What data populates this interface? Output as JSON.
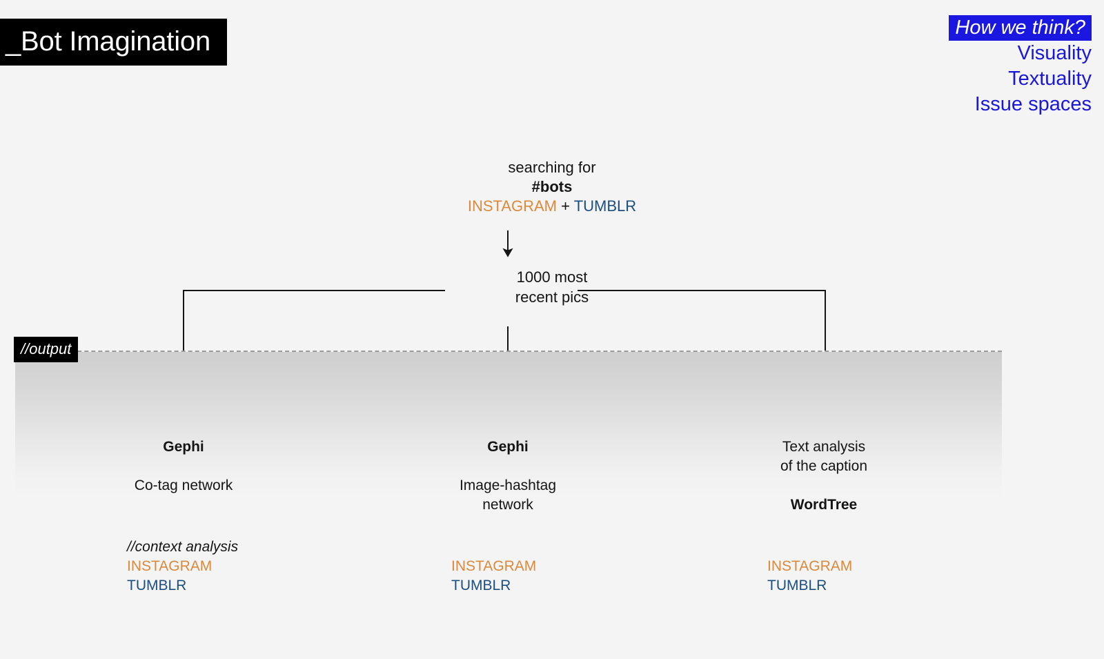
{
  "slide": {
    "title": "_Bot Imagination",
    "background_color": "#f4f4f4"
  },
  "nav": {
    "items": [
      {
        "label": "How we think?",
        "active": true
      },
      {
        "label": "Visuality",
        "active": false
      },
      {
        "label": "Textuality",
        "active": false
      },
      {
        "label": "Issue spaces",
        "active": false
      }
    ],
    "accent_color": "#1a18d8",
    "active_bg": "#1a18e0"
  },
  "flow": {
    "search_node": {
      "line1": "searching for",
      "line2": "#bots",
      "source_instagram": "INSTAGRAM",
      "separator": " + ",
      "source_tumblr": "TUMBLR"
    },
    "mid_node": {
      "line1": "1000 most",
      "line2": "recent pics"
    }
  },
  "output": {
    "label": "//output",
    "columns": [
      {
        "head_bold": "Gephi",
        "head_rest": "Co-tag network",
        "note": "//context analysis",
        "source_instagram": "INSTAGRAM",
        "source_tumblr": "TUMBLR"
      },
      {
        "head_bold": "Gephi",
        "head_rest": "Image-hashtag\nnetwork",
        "note": "",
        "source_instagram": "INSTAGRAM",
        "source_tumblr": "TUMBLR"
      },
      {
        "head_bold_after": "WordTree",
        "head_rest": "Text analysis\nof the caption",
        "note": "",
        "source_instagram": "INSTAGRAM",
        "source_tumblr": "TUMBLR"
      }
    ]
  },
  "colors": {
    "instagram": "#d98a3c",
    "tumblr": "#1c4e80",
    "line": "#141414"
  }
}
